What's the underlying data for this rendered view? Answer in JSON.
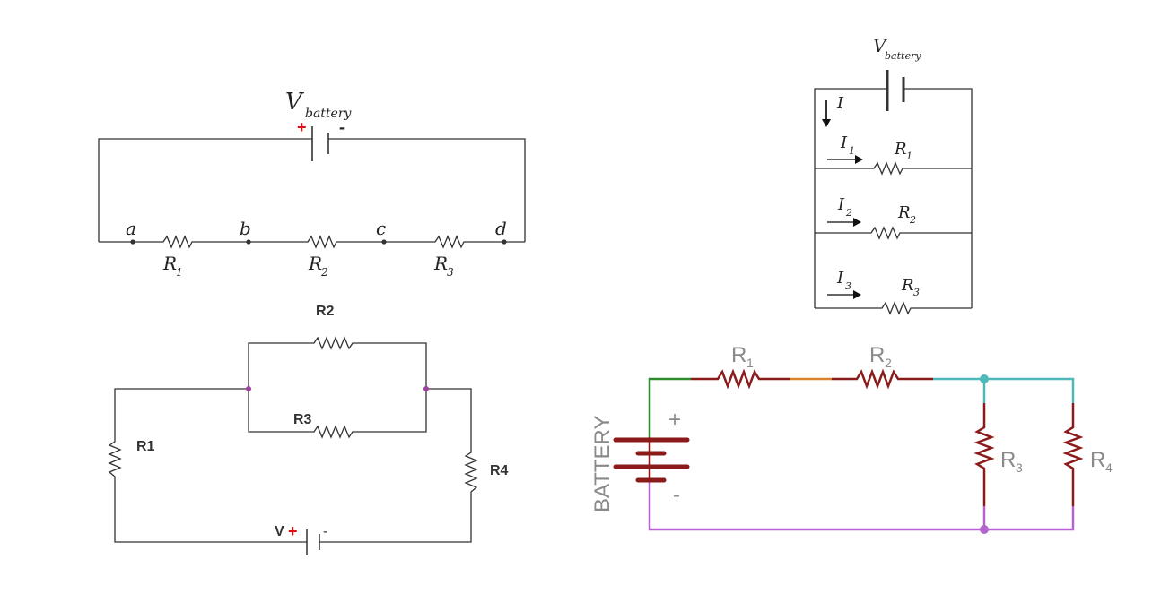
{
  "series_circuit": {
    "v_main": "V",
    "v_sub": "battery",
    "plus": "+",
    "minus": "-",
    "nodes": [
      "a",
      "b",
      "c",
      "d"
    ],
    "r_main": "R",
    "r_subs": [
      "1",
      "2",
      "3"
    ]
  },
  "parallel_circuit": {
    "v_main": "V",
    "v_sub": "battery",
    "i_total": "I",
    "i_main": "I",
    "i_subs": [
      "1",
      "2",
      "3"
    ],
    "r_main": "R",
    "r_subs": [
      "1",
      "2",
      "3"
    ]
  },
  "combo_circuit_left": {
    "r2": "R2",
    "r3": "R3",
    "r1": "R1",
    "r4": "R4",
    "v": "V",
    "plus": "+",
    "minus": "-"
  },
  "combo_circuit_right": {
    "battery": "BATTERY",
    "plus": "+",
    "minus": "-",
    "r_main": "R",
    "r_subs": [
      "1",
      "2",
      "3",
      "4"
    ],
    "colors": {
      "green": "#2e8b2e",
      "orange": "#d9822b",
      "teal": "#4fb8b8",
      "purple": "#b266cc",
      "resistor": "#8b1a1a"
    }
  }
}
